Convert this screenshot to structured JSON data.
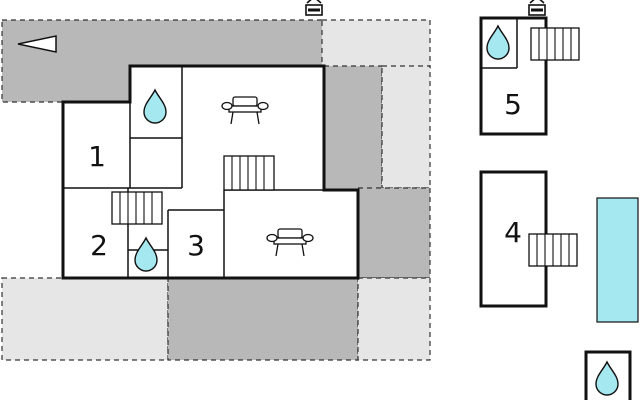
{
  "colors": {
    "terrace_light": "#e6e6e6",
    "terrace_dark": "#b8b8b8",
    "wall": "#111111",
    "water": "#a6e8ef",
    "pool": "#a6e8ef",
    "background": "#ffffff"
  },
  "icons": {
    "direction": "arrow-left-icon",
    "entrance": "entrance-icon",
    "bathroom": "water-drop-icon",
    "living": "sofa-icon",
    "stairs": "stairs-icon"
  },
  "rooms": [
    {
      "id": "room-1",
      "label": "1"
    },
    {
      "id": "room-2",
      "label": "2"
    },
    {
      "id": "room-3",
      "label": "3"
    },
    {
      "id": "room-4",
      "label": "4"
    },
    {
      "id": "room-5",
      "label": "5"
    }
  ]
}
